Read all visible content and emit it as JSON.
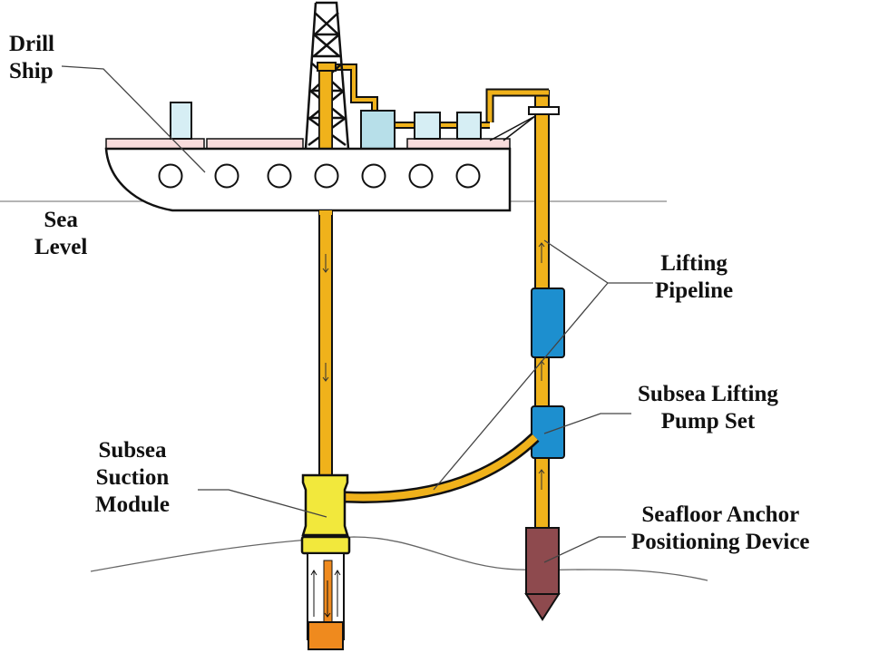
{
  "labels": {
    "drill_ship": [
      "Drill",
      "Ship"
    ],
    "sea_level": [
      "Sea",
      "Level"
    ],
    "lifting_pipeline": [
      "Lifting",
      "Pipeline"
    ],
    "pump_set": [
      "Subsea Lifting",
      "Pump Set"
    ],
    "suction_module": [
      "Subsea",
      "Suction",
      "Module"
    ],
    "anchor": [
      "Seafloor Anchor",
      "Positioning Device"
    ]
  },
  "colors": {
    "pipe": "#f0b21b",
    "pump": "#1d8fcf",
    "suction_module": "#f2e83c",
    "anchor": "#8e4a4e",
    "deck": "#f8dcdc",
    "equipment": "#c5e6ee",
    "collector": "#ef8a1e"
  }
}
